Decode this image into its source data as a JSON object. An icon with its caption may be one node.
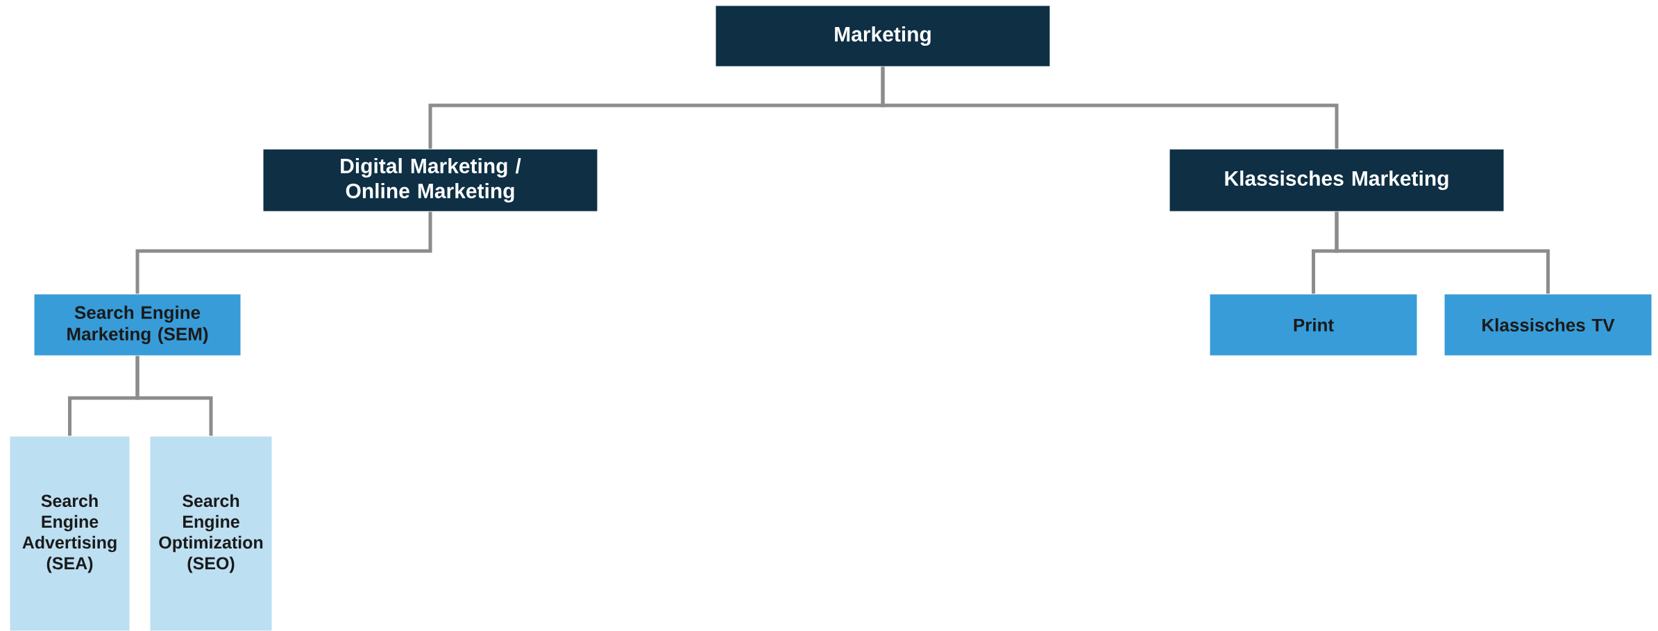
{
  "diagram": {
    "nodes": [
      {
        "text": [
          "Marketing"
        ]
      },
      {
        "text": [
          "Digital Marketing / Online Marketing"
        ]
      },
      {
        "text": [
          "Klassisches Marketing"
        ]
      },
      {
        "text": [
          "Search Engine Marketing (SEM)"
        ]
      },
      {
        "text": [
          "Print"
        ]
      },
      {
        "text": [
          "Klassisches TV"
        ]
      },
      {
        "text": [
          "Search Engine Advertising (SEA)"
        ]
      },
      {
        "text": [
          "Search Engine Optimization (SEO)"
        ]
      }
    ],
    "edges": [
      {
        "from": 0,
        "to": 1,
        "arrow": "none"
      },
      {
        "from": 0,
        "to": 2,
        "arrow": "none"
      },
      {
        "from": 1,
        "to": 3,
        "arrow": "none"
      },
      {
        "from": 2,
        "to": 4,
        "arrow": "none"
      },
      {
        "from": 2,
        "to": 5,
        "arrow": "none"
      },
      {
        "from": 3,
        "to": 6,
        "arrow": "none"
      },
      {
        "from": 3,
        "to": 7,
        "arrow": "none"
      }
    ]
  }
}
